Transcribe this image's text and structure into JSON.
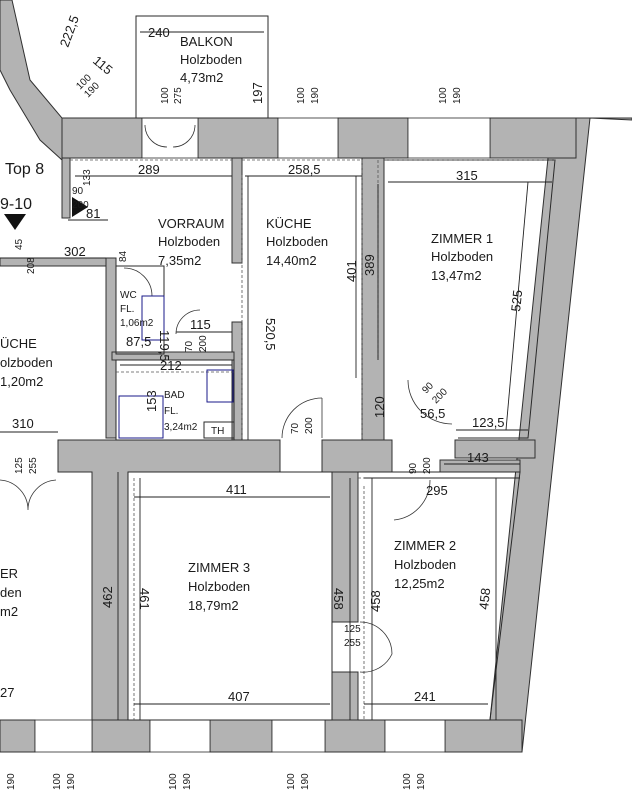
{
  "rooms": [
    {
      "name": "BALKON",
      "floor": "Holzboden",
      "area": "4,73m2"
    },
    {
      "name": "VORRAUM",
      "floor": "Holzboden",
      "area": "7,35m2"
    },
    {
      "name": "KÜCHE",
      "floor": "Holzboden",
      "area": "14,40m2"
    },
    {
      "name": "ZIMMER 1",
      "floor": "Holzboden",
      "area": "13,47m2"
    },
    {
      "name": "WC",
      "floor": "FL.",
      "area": "1,06m2"
    },
    {
      "name": "BAD",
      "floor": "FL.",
      "area": "3,24m2"
    },
    {
      "name": "ZIMMER 3",
      "floor": "Holzboden",
      "area": "18,79m2"
    },
    {
      "name": "ZIMMER 2",
      "floor": "Holzboden",
      "area": "12,25m2"
    }
  ],
  "neighbor": {
    "name": "ÜCHE",
    "floor": "olzboden",
    "area": "1,20m2"
  },
  "neighbor2": {
    "name": "ER",
    "floor": "den",
    "area": "m2"
  },
  "labels": {
    "top": "Top 8",
    "stair": "9-10",
    "th": "TH",
    "m1": "212",
    "m2": "87,5",
    "m3": "119,5"
  },
  "dims": {
    "d240": "240",
    "d197": "197",
    "d275": "275",
    "d2225": "222,5",
    "d115": "115",
    "d289": "289",
    "d2585": "258,5",
    "d315": "315",
    "d133": "133",
    "d90": "90",
    "d200": "200",
    "d81": "81",
    "d302": "302",
    "d84": "84",
    "d4005": "401",
    "d5205": "520,5",
    "d389": "389",
    "d525": "525",
    "d1155": "115",
    "d70": "70",
    "d153": "153",
    "d120": "120",
    "d565": "56,5",
    "d1235": "123,5",
    "d310": "310",
    "d143": "143",
    "d295": "295",
    "d411": "411",
    "d462": "462",
    "d461": "461",
    "d458": "458",
    "d4582": "458",
    "d4583": "458",
    "d407": "407",
    "d241": "241",
    "d127": "27",
    "d125": "125",
    "d255": "255",
    "d100": "100",
    "d190": "190",
    "d45": "45",
    "d208": "208"
  }
}
